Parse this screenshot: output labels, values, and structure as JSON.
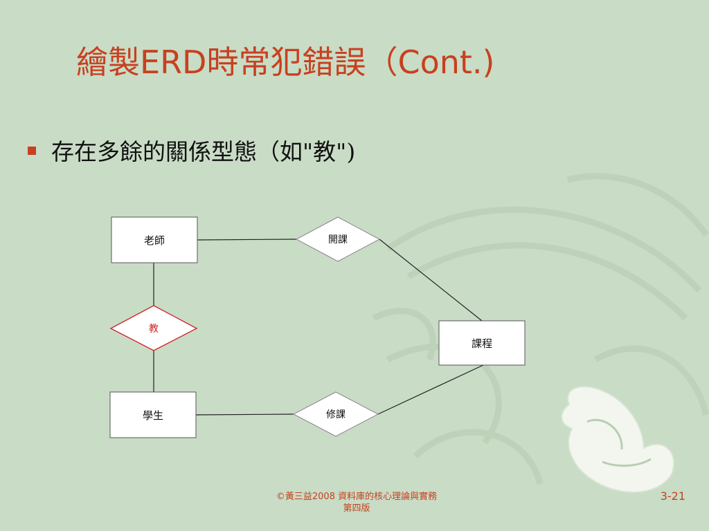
{
  "slide": {
    "title": "繪製ERD時常犯錯誤（Cont.)",
    "bullet": "存在多餘的關係型態（如\"教\")"
  },
  "diagram": {
    "entities": {
      "teacher": "老師",
      "student": "學生",
      "course": "課程"
    },
    "relationships": {
      "offer": "開課",
      "teach": "教",
      "enroll": "修課"
    },
    "colors": {
      "highlight": "#cc2222",
      "line": "#222222"
    }
  },
  "footer": {
    "line1": "©黃三益2008 資料庫的核心理論與實務",
    "line2": "第四版",
    "page": "3-21"
  },
  "theme": {
    "background": "#c9dcc6",
    "accent": "#c8401f"
  }
}
